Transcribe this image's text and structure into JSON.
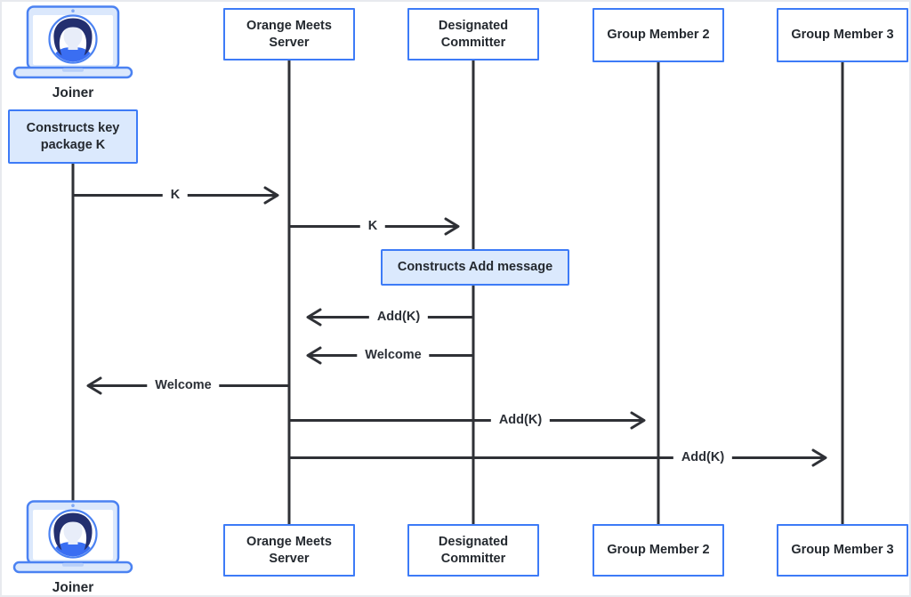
{
  "diagram_type": "sequence-diagram",
  "actors": {
    "joiner": {
      "label": "Joiner",
      "icon": "laptop-user-icon"
    },
    "server": {
      "label": "Orange Meets Server"
    },
    "committer": {
      "label": "Designated Committer"
    },
    "member2": {
      "label": "Group Member 2"
    },
    "member3": {
      "label": "Group Member 3"
    }
  },
  "notes": {
    "key_package": {
      "label": "Constructs key package K",
      "actor": "Joiner"
    },
    "add_message": {
      "label": "Constructs Add message",
      "actor": "Designated Committer"
    }
  },
  "messages": [
    {
      "label": "K",
      "from": "Joiner",
      "to": "Orange Meets Server",
      "direction": "right"
    },
    {
      "label": "K",
      "from": "Orange Meets Server",
      "to": "Designated Committer",
      "direction": "right"
    },
    {
      "label": "Add(K)",
      "from": "Designated Committer",
      "to": "Orange Meets Server",
      "direction": "left"
    },
    {
      "label": "Welcome",
      "from": "Designated Committer",
      "to": "Orange Meets Server",
      "direction": "left"
    },
    {
      "label": "Welcome",
      "from": "Orange Meets Server",
      "to": "Joiner",
      "direction": "left"
    },
    {
      "label": "Add(K)",
      "from": "Orange Meets Server",
      "to": "Group Member 2",
      "direction": "right"
    },
    {
      "label": "Add(K)",
      "from": "Orange Meets Server",
      "to": "Group Member 3",
      "direction": "right"
    }
  ],
  "colors": {
    "box_border": "#3d7bf7",
    "note_fill": "#dbe9fd",
    "laptop_fill": "#dbe8fc",
    "avatar_hair": "#232f6f",
    "avatar_shirt": "#3a6ef2",
    "line": "#2f3136",
    "text": "#24292f",
    "background": "#ffffff"
  }
}
